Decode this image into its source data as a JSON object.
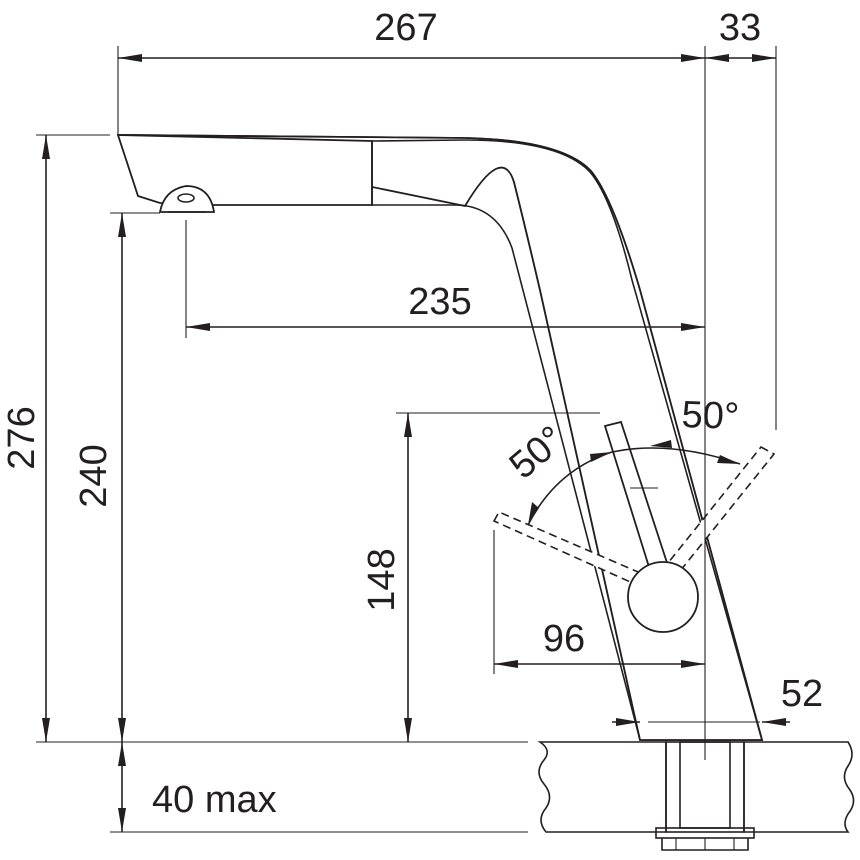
{
  "dimensions": {
    "total_length": "267",
    "offset_right": "33",
    "spout_reach": "235",
    "total_height": "276",
    "outlet_height": "240",
    "lever_height": "148",
    "lever_reach": "96",
    "base_diameter": "52",
    "countertop_thickness": "40 max"
  },
  "angles": {
    "left_swing": "50°",
    "right_swing": "50°"
  },
  "colors": {
    "line": "#231f20",
    "background": "#ffffff"
  }
}
